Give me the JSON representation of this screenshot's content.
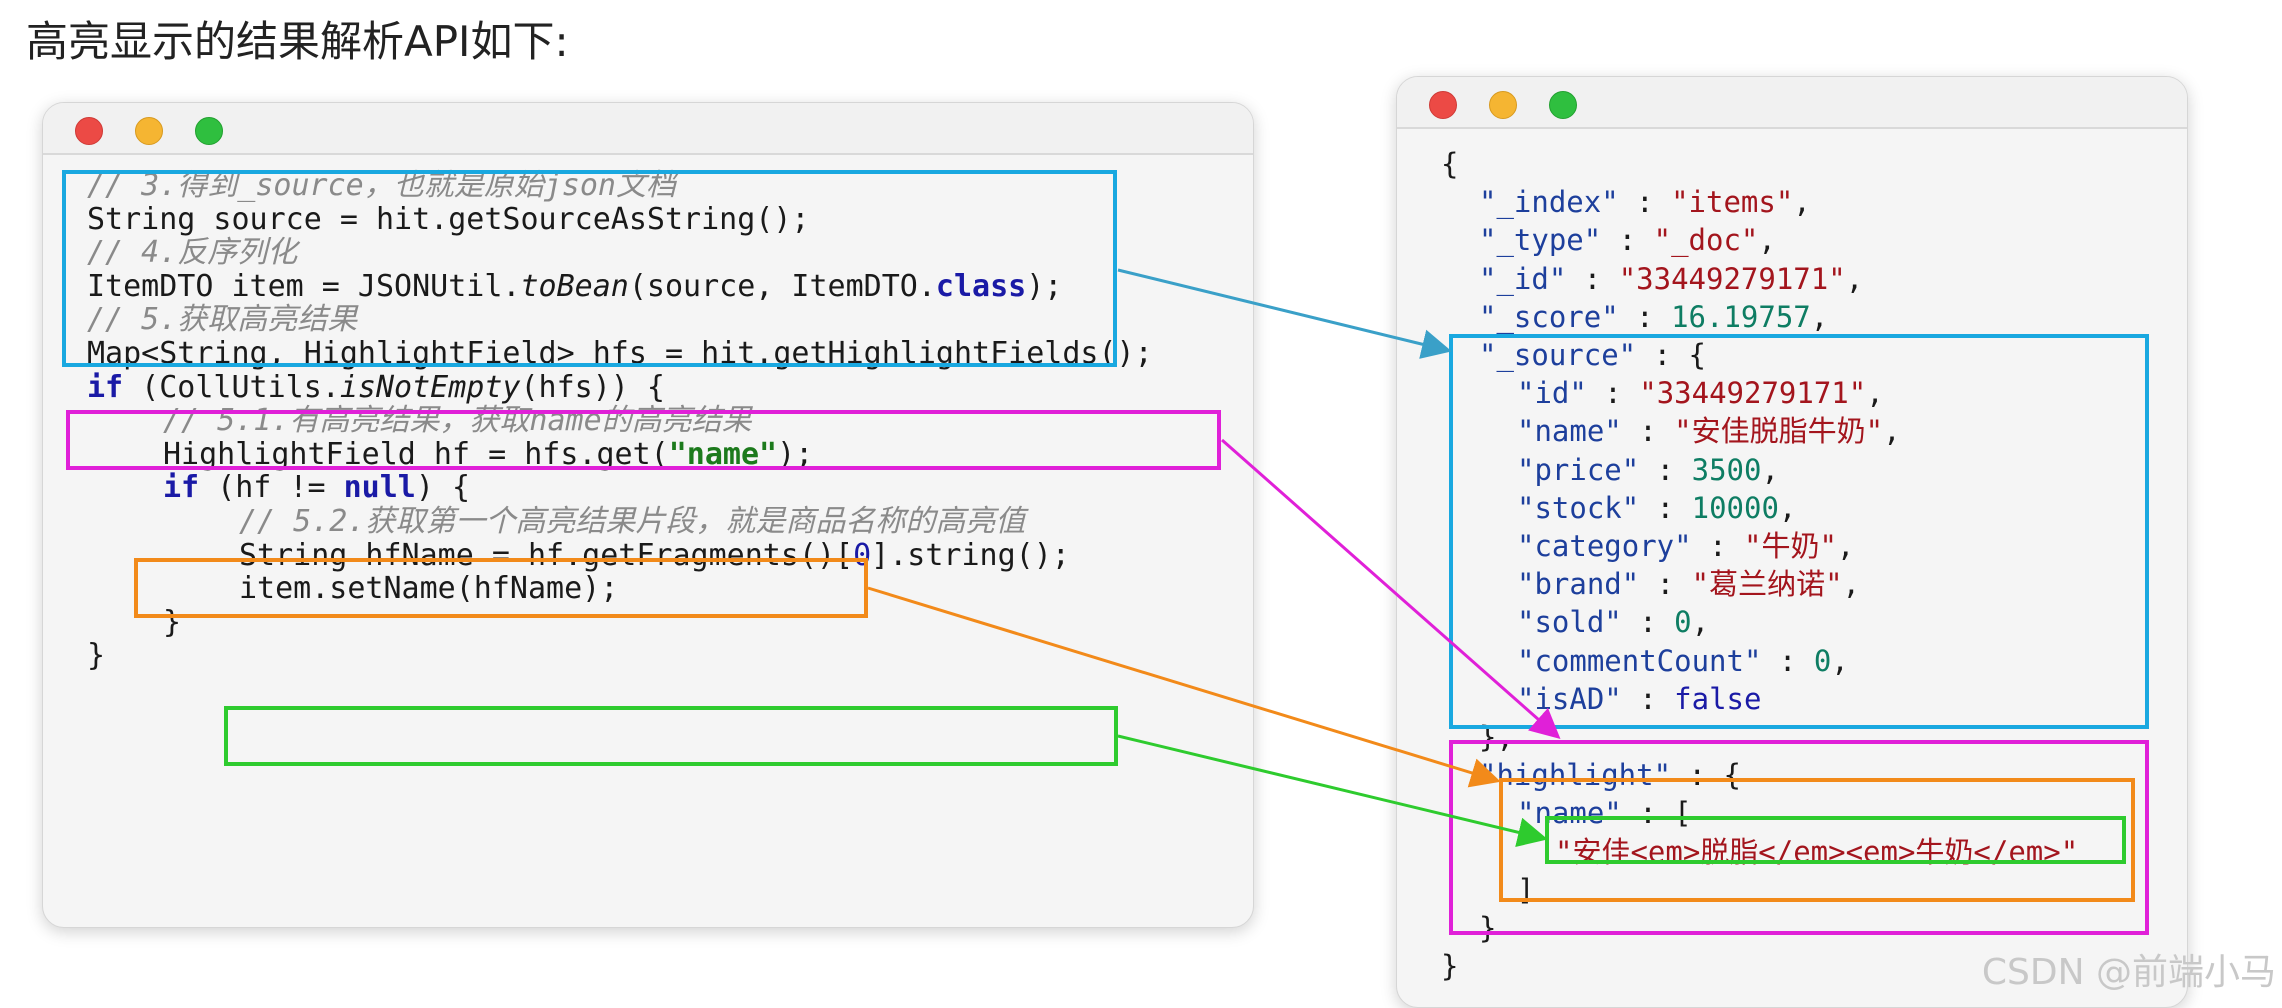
{
  "heading": "高亮显示的结果解析API如下:",
  "left_code": {
    "lines": [
      {
        "segments": [
          {
            "t": "// 3.得到_source，也就是原始json文档",
            "c": "comment"
          }
        ]
      },
      {
        "segments": [
          {
            "t": "String source = hit.getSourceAsString();",
            "c": ""
          }
        ]
      },
      {
        "segments": [
          {
            "t": "// 4.反序列化",
            "c": "comment"
          }
        ]
      },
      {
        "segments": [
          {
            "t": "ItemDTO item = JSONUtil.",
            "c": ""
          },
          {
            "t": "toBean",
            "c": "it"
          },
          {
            "t": "(source, ItemDTO.",
            "c": ""
          },
          {
            "t": "class",
            "c": "kw"
          },
          {
            "t": ");",
            "c": ""
          }
        ]
      },
      {
        "segments": [
          {
            "t": "// 5.获取高亮结果",
            "c": "comment"
          }
        ]
      },
      {
        "segments": [
          {
            "t": "Map<String, HighlightField> hfs = hit.getHighlightFields();",
            "c": ""
          }
        ]
      },
      {
        "segments": [
          {
            "t": "if",
            "c": "kw"
          },
          {
            "t": " (CollUtils.",
            "c": ""
          },
          {
            "t": "isNotEmpty",
            "c": "it"
          },
          {
            "t": "(hfs)) {",
            "c": ""
          }
        ]
      },
      {
        "segments": [
          {
            "t": "// 5.1.有高亮结果，获取name的高亮结果",
            "c": "comment"
          }
        ]
      },
      {
        "segments": [
          {
            "t": "HighlightField hf = hfs.get(",
            "c": ""
          },
          {
            "t": "\"name\"",
            "c": "str"
          },
          {
            "t": ");",
            "c": ""
          }
        ]
      },
      {
        "segments": [
          {
            "t": "if",
            "c": "kw"
          },
          {
            "t": " (hf != ",
            "c": ""
          },
          {
            "t": "null",
            "c": "kw"
          },
          {
            "t": ") {",
            "c": ""
          }
        ]
      },
      {
        "segments": [
          {
            "t": "// 5.2.获取第一个高亮结果片段，就是商品名称的高亮值",
            "c": "comment"
          }
        ]
      },
      {
        "segments": [
          {
            "t": "String hfName = hf.getFragments()[",
            "c": ""
          },
          {
            "t": "0",
            "c": "num"
          },
          {
            "t": "].string();",
            "c": ""
          }
        ]
      },
      {
        "segments": [
          {
            "t": "item.setName(hfName);",
            "c": ""
          }
        ]
      },
      {
        "segments": [
          {
            "t": "}",
            "c": ""
          }
        ]
      },
      {
        "segments": [
          {
            "t": "}",
            "c": ""
          }
        ]
      }
    ]
  },
  "right_json": {
    "lines": [
      {
        "segments": [
          {
            "t": "{",
            "c": ""
          }
        ]
      },
      {
        "segments": [
          {
            "t": "\"_index\"",
            "c": "jkey"
          },
          {
            "t": " : ",
            "c": ""
          },
          {
            "t": "\"items\"",
            "c": "jstr"
          },
          {
            "t": ",",
            "c": ""
          }
        ]
      },
      {
        "segments": [
          {
            "t": "\"_type\"",
            "c": "jkey"
          },
          {
            "t": " : ",
            "c": ""
          },
          {
            "t": "\"_doc\"",
            "c": "jstr"
          },
          {
            "t": ",",
            "c": ""
          }
        ]
      },
      {
        "segments": [
          {
            "t": "\"_id\"",
            "c": "jkey"
          },
          {
            "t": " : ",
            "c": ""
          },
          {
            "t": "\"33449279171\"",
            "c": "jstr"
          },
          {
            "t": ",",
            "c": ""
          }
        ]
      },
      {
        "segments": [
          {
            "t": "\"_score\"",
            "c": "jkey"
          },
          {
            "t": " : ",
            "c": ""
          },
          {
            "t": "16.19757",
            "c": "jnum"
          },
          {
            "t": ",",
            "c": ""
          }
        ]
      },
      {
        "segments": [
          {
            "t": "\"_source\"",
            "c": "jkey"
          },
          {
            "t": " : {",
            "c": ""
          }
        ]
      },
      {
        "segments": [
          {
            "t": "\"id\"",
            "c": "jkey"
          },
          {
            "t": " : ",
            "c": ""
          },
          {
            "t": "\"33449279171\"",
            "c": "jstr"
          },
          {
            "t": ",",
            "c": ""
          }
        ]
      },
      {
        "segments": [
          {
            "t": "\"name\"",
            "c": "jkey"
          },
          {
            "t": " : ",
            "c": ""
          },
          {
            "t": "\"安佳脱脂牛奶\"",
            "c": "jstr"
          },
          {
            "t": ",",
            "c": ""
          }
        ]
      },
      {
        "segments": [
          {
            "t": "\"price\"",
            "c": "jkey"
          },
          {
            "t": " : ",
            "c": ""
          },
          {
            "t": "3500",
            "c": "jnum"
          },
          {
            "t": ",",
            "c": ""
          }
        ]
      },
      {
        "segments": [
          {
            "t": "\"stock\"",
            "c": "jkey"
          },
          {
            "t": " : ",
            "c": ""
          },
          {
            "t": "10000",
            "c": "jnum"
          },
          {
            "t": ",",
            "c": ""
          }
        ]
      },
      {
        "segments": [
          {
            "t": "\"category\"",
            "c": "jkey"
          },
          {
            "t": " : ",
            "c": ""
          },
          {
            "t": "\"牛奶\"",
            "c": "jstr"
          },
          {
            "t": ",",
            "c": ""
          }
        ]
      },
      {
        "segments": [
          {
            "t": "\"brand\"",
            "c": "jkey"
          },
          {
            "t": " : ",
            "c": ""
          },
          {
            "t": "\"葛兰纳诺\"",
            "c": "jstr"
          },
          {
            "t": ",",
            "c": ""
          }
        ]
      },
      {
        "segments": [
          {
            "t": "\"sold\"",
            "c": "jkey"
          },
          {
            "t": " : ",
            "c": ""
          },
          {
            "t": "0",
            "c": "jnum"
          },
          {
            "t": ",",
            "c": ""
          }
        ]
      },
      {
        "segments": [
          {
            "t": "\"commentCount\"",
            "c": "jkey"
          },
          {
            "t": " : ",
            "c": ""
          },
          {
            "t": "0",
            "c": "jnum"
          },
          {
            "t": ",",
            "c": ""
          }
        ]
      },
      {
        "segments": [
          {
            "t": "\"isAD\"",
            "c": "jkey"
          },
          {
            "t": " : ",
            "c": ""
          },
          {
            "t": "false",
            "c": "jbool"
          }
        ]
      },
      {
        "segments": [
          {
            "t": "},",
            "c": ""
          }
        ]
      },
      {
        "segments": [
          {
            "t": "\"highlight\"",
            "c": "jkey"
          },
          {
            "t": " : {",
            "c": ""
          }
        ]
      },
      {
        "segments": [
          {
            "t": "\"name\"",
            "c": "jkey"
          },
          {
            "t": " : [",
            "c": ""
          }
        ]
      },
      {
        "segments": [
          {
            "t": "\"安佳<em>脱脂</em><em>牛奶</em>\"",
            "c": "jstr"
          }
        ]
      },
      {
        "segments": [
          {
            "t": "]",
            "c": ""
          }
        ]
      },
      {
        "segments": [
          {
            "t": "}",
            "c": ""
          }
        ]
      },
      {
        "segments": [
          {
            "t": "}",
            "c": ""
          }
        ]
      }
    ]
  },
  "colors": {
    "blue": "#19a8e0",
    "magenta": "#e020d8",
    "orange": "#f28a1a",
    "green": "#2ecb2e"
  },
  "watermark": "CSDN @前端小马"
}
